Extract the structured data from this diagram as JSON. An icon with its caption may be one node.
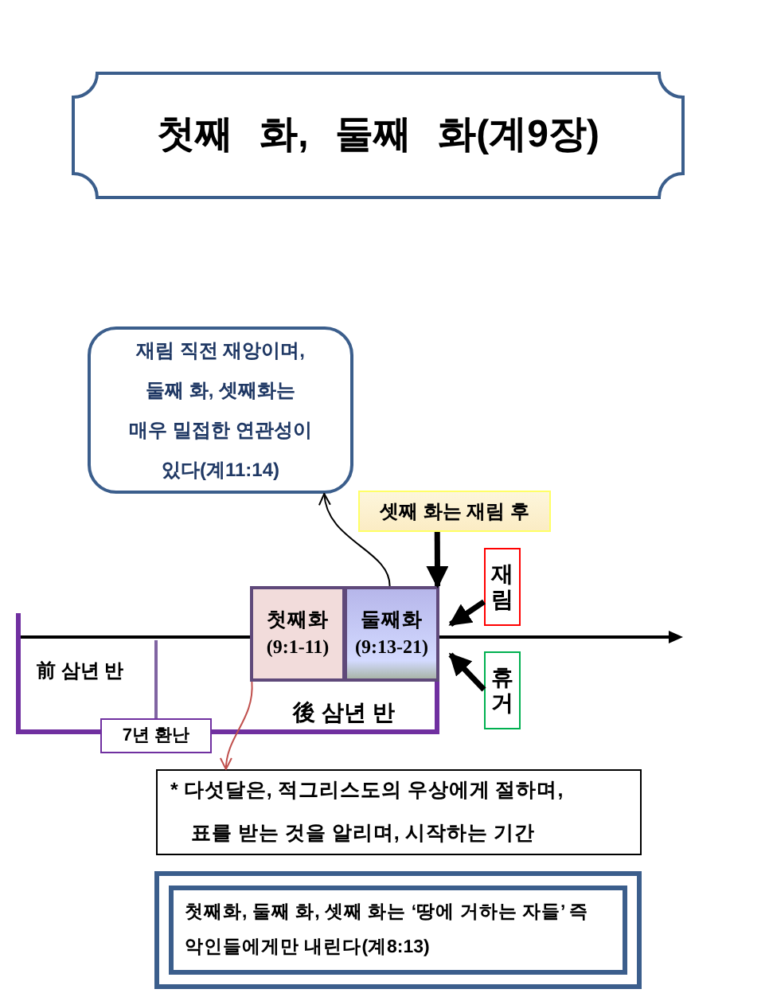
{
  "diagram": {
    "nodes": [
      {
        "text": [
          "첫째 화, 둘째 화(계9장)"
        ]
      },
      {
        "text": [
          "재림 직전 재앙이며, 둘째 화, 셋째화는 매우 밀접한 연관성이 있다(계11:14)"
        ]
      },
      {
        "text": [
          "셋째 화는 재림 후"
        ]
      },
      {
        "text": [
          "재림"
        ]
      },
      {
        "text": [
          "첫째화",
          "(9:1-11)"
        ]
      },
      {
        "text": [
          "둘째화",
          "(9:13-21)"
        ]
      },
      {
        "text": [
          "휴거"
        ]
      },
      {
        "text": [
          "7년 환난"
        ]
      },
      {
        "text": [
          "* 다섯달은, 적그리스도의 우상에게 절하며, 표를 받는 것을 알리며, 시작하는 기간"
        ]
      },
      {
        "text": [
          "첫째화, 둘째 화, 셋째 화는 ‘땅에 거하는 자들’ 즉 악인들에게만 내린다(계8:13)"
        ]
      }
    ],
    "edges": [
      {
        "from": 5,
        "to": 1,
        "arrow": "to"
      },
      {
        "from": 2,
        "to": 5,
        "arrow": "to"
      },
      {
        "from": 3,
        "to": null,
        "arrow": "to"
      },
      {
        "from": 6,
        "to": null,
        "arrow": "to"
      },
      {
        "from": 4,
        "to": 8,
        "arrow": "to",
        "color": "#c0504d"
      }
    ],
    "labels": [
      "前 삼년 반",
      "後 삼년 반"
    ]
  }
}
